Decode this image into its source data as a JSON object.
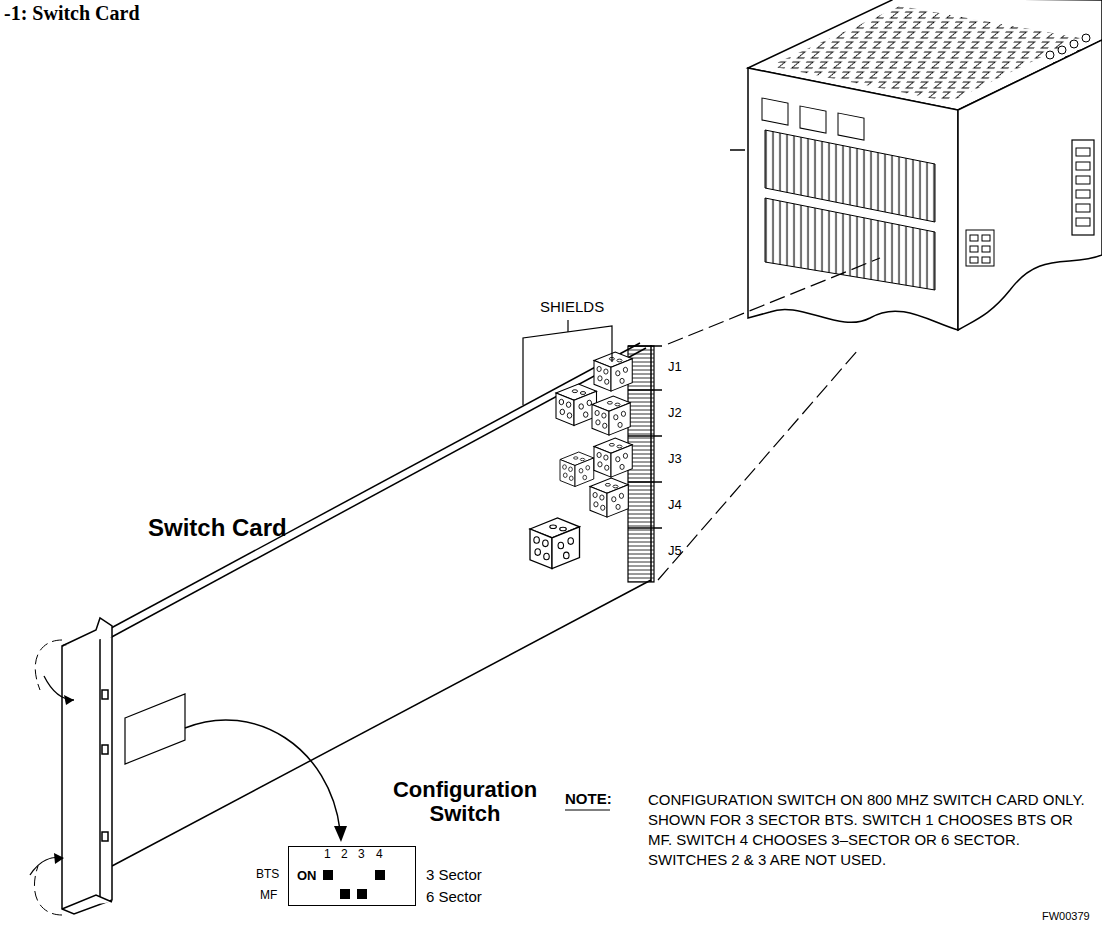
{
  "diagram": {
    "title": "-1: Switch Card",
    "nodes": [
      {
        "text": [
          "1",
          "2",
          "3",
          "4",
          "ON"
        ]
      }
    ],
    "labels": [
      "SHIELDS",
      "J1",
      "J2",
      "J3",
      "J4",
      "J5",
      "Switch Card",
      "Configuration Switch",
      "BTS",
      "MF",
      "3 Sector",
      "6 Sector",
      "NOTE:",
      "CONFIGURATION SWITCH ON 800 MHZ SWITCH CARD ONLY. SHOWN FOR 3 SECTOR BTS. SWITCH 1 CHOOSES BTS OR MF. SWITCH 4 CHOOSES 3–SECTOR OR 6 SECTOR. SWITCHES 2 & 3 ARE NOT USED.",
      "FW00379"
    ]
  }
}
